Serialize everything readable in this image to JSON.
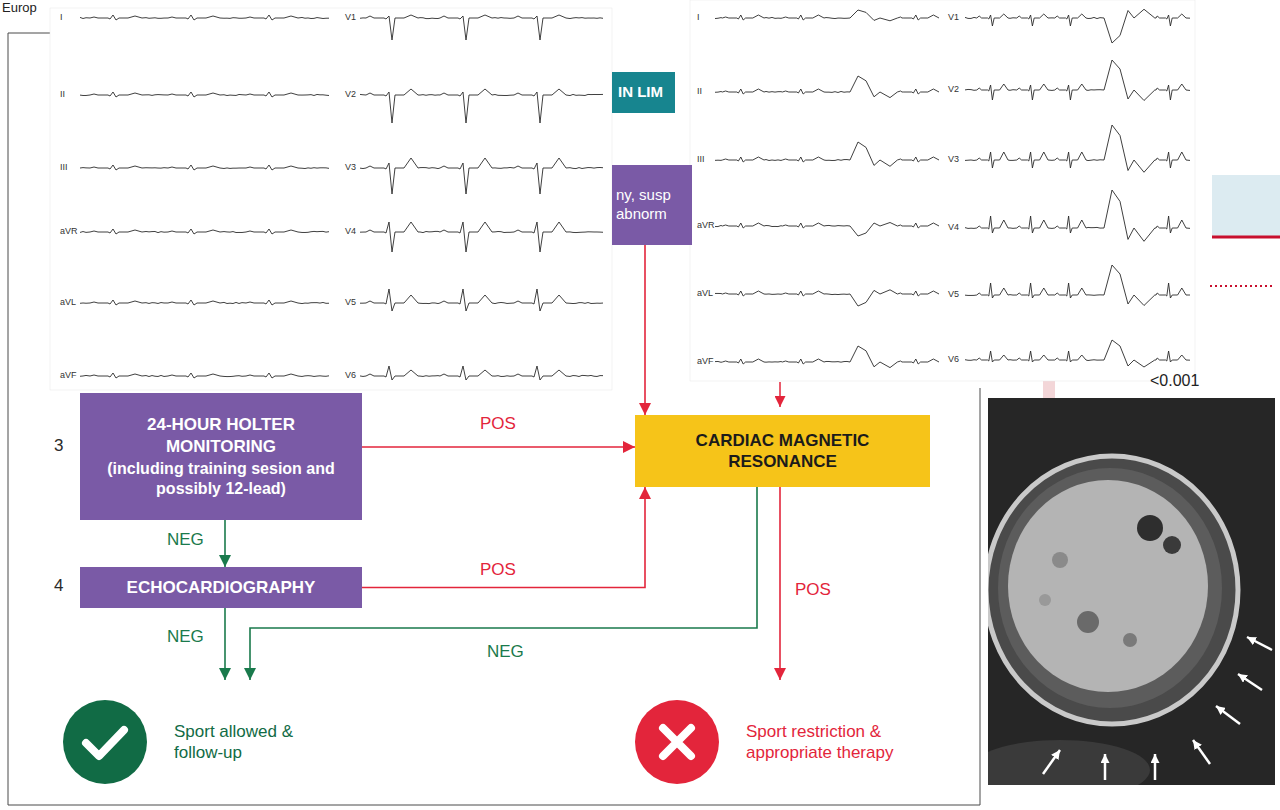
{
  "diagram": {
    "nodes": [
      {
        "text": [
          "IN LIM"
        ]
      },
      {
        "text": [
          "ny, susp abnorm"
        ]
      },
      {
        "text": [
          "24-HOUR HOLTER MONITORING",
          "(including training sesion and possibly 12-lead)"
        ]
      },
      {
        "text": [
          "CARDIAC MAGNETIC RESONANCE"
        ]
      },
      {
        "text": [
          "ECHOCARDIOGRAPHY"
        ]
      },
      {
        "text": [
          "Sport allowed & follow-up"
        ]
      },
      {
        "text": [
          "Sport restriction & appropriate therapy"
        ]
      }
    ],
    "edges": [
      {
        "from": 2,
        "to": 3,
        "label": "POS",
        "arrow": "to"
      },
      {
        "from": 4,
        "to": 3,
        "label": "POS",
        "arrow": "to"
      },
      {
        "from": 2,
        "to": 4,
        "label": "NEG",
        "arrow": "to"
      },
      {
        "from": 4,
        "to": 5,
        "label": "NEG",
        "arrow": "to"
      },
      {
        "from": 3,
        "to": 5,
        "label": "NEG",
        "arrow": "to"
      },
      {
        "from": 3,
        "to": 6,
        "label": "POS",
        "arrow": "to"
      },
      {
        "from": 1,
        "to": 3,
        "arrow": "to"
      }
    ],
    "labels": [
      "Europ",
      "I",
      "II",
      "III",
      "aVR",
      "aVL",
      "aVF",
      "V1",
      "V2",
      "V3",
      "V4",
      "V5",
      "V6",
      "I",
      "II",
      "III",
      "aVR",
      "aVL",
      "aVF",
      "V1",
      "V2",
      "V3",
      "V4",
      "V5",
      "V6",
      "3",
      "4",
      "<0.001"
    ]
  }
}
